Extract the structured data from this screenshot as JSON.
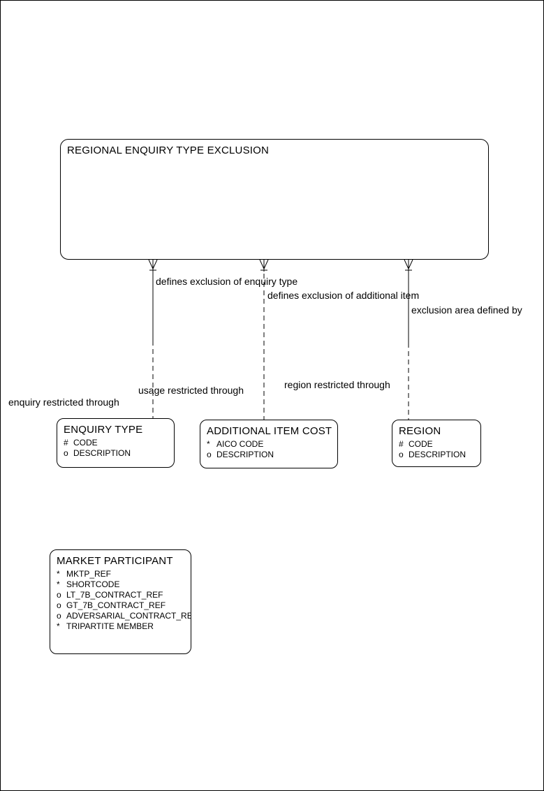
{
  "colors": {
    "background": "#ffffff",
    "line": "#000000",
    "text": "#000000"
  },
  "entities": {
    "regional_enquiry_type_exclusion": {
      "name": "REGIONAL ENQUIRY TYPE EXCLUSION",
      "attributes": []
    },
    "enquiry_type": {
      "name": "ENQUIRY TYPE",
      "attributes": [
        {
          "prefix": "#",
          "name": "CODE"
        },
        {
          "prefix": "o",
          "name": "DESCRIPTION"
        }
      ]
    },
    "additional_item_cost": {
      "name": "ADDITIONAL ITEM COST",
      "attributes": [
        {
          "prefix": "*",
          "name": "AICO CODE"
        },
        {
          "prefix": "o",
          "name": "DESCRIPTION"
        }
      ]
    },
    "region": {
      "name": "REGION",
      "attributes": [
        {
          "prefix": "#",
          "name": "CODE"
        },
        {
          "prefix": "o",
          "name": "DESCRIPTION"
        }
      ]
    },
    "market_participant": {
      "name": "MARKET PARTICIPANT",
      "attributes": [
        {
          "prefix": "*",
          "name": "MKTP_REF"
        },
        {
          "prefix": "*",
          "name": "SHORTCODE"
        },
        {
          "prefix": "o",
          "name": "LT_7B_CONTRACT_REF"
        },
        {
          "prefix": "o",
          "name": "GT_7B_CONTRACT_REF"
        },
        {
          "prefix": "o",
          "name": "ADVERSARIAL_CONTRACT_REF"
        },
        {
          "prefix": "*",
          "name": "TRIPARTITE MEMBER"
        }
      ]
    }
  },
  "relationships": [
    {
      "source": "regional_enquiry_type_exclusion",
      "target": "enquiry_type",
      "forward_label": "defines exclusion of enquiry type",
      "inverse_label": "enquiry restricted through",
      "source_end_marker": "crows-foot",
      "source_half": "solid",
      "target_half": "dashed"
    },
    {
      "source": "regional_enquiry_type_exclusion",
      "target": "additional_item_cost",
      "forward_label": "defines exclusion of additional item",
      "inverse_label": "usage restricted through",
      "source_end_marker": "crows-foot",
      "source_half": "dashed",
      "target_half": "dashed"
    },
    {
      "source": "regional_enquiry_type_exclusion",
      "target": "region",
      "forward_label": "exclusion area defined by",
      "inverse_label": "region restricted through",
      "source_end_marker": "crows-foot",
      "source_half": "solid",
      "target_half": "dashed"
    }
  ]
}
